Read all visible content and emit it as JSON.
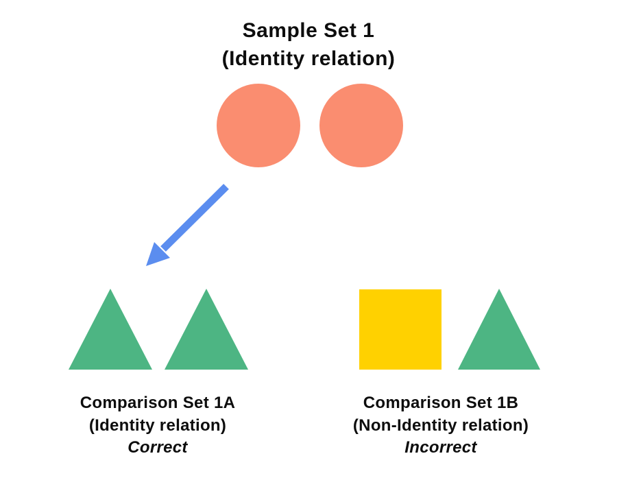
{
  "colors": {
    "background": "#ffffff",
    "text": "#0d0d0d",
    "circle_fill": "#fa8d70",
    "triangle_fill": "#4db583",
    "square_fill": "#ffd100",
    "arrow": "#5b8def"
  },
  "sample_set": {
    "title_line1": "Sample Set 1",
    "title_line2": "(Identity relation)",
    "shapes": [
      "circle",
      "circle"
    ]
  },
  "arrow": {
    "from": "sample-set-1",
    "to": "comparison-set-1a",
    "direction": "down-left"
  },
  "comparison_a": {
    "title": "Comparison Set 1A",
    "relation": "(Identity relation)",
    "verdict": "Correct",
    "shapes": [
      "triangle",
      "triangle"
    ]
  },
  "comparison_b": {
    "title": "Comparison Set 1B",
    "relation": "(Non-Identity relation)",
    "verdict": "Incorrect",
    "shapes": [
      "square",
      "triangle"
    ]
  }
}
